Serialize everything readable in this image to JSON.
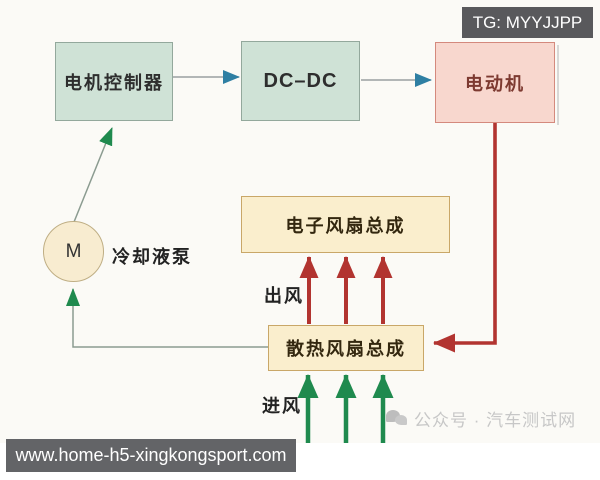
{
  "overlays": {
    "tg_badge": "TG: MYYJJPP",
    "url_badge": "www.home-h5-xingkongsport.com",
    "watermark_text": "公众号 · 汽车测试网"
  },
  "diagram": {
    "boxes": {
      "motor_controller": {
        "label": "电机控制器"
      },
      "dc_dc": {
        "label": "DC–DC"
      },
      "motor": {
        "label": "电动机"
      },
      "electronic_fan_assembly": {
        "label": "电子风扇总成"
      },
      "radiator_fan_assembly": {
        "label": "散热风扇总成"
      }
    },
    "pump": {
      "symbol": "M",
      "label": "冷却液泵"
    },
    "airflow": {
      "air_out": "出风",
      "air_in": "进风"
    },
    "edges": [
      {
        "from": "motor_controller",
        "to": "dc_dc",
        "style": "gray-line-teal-arrow"
      },
      {
        "from": "dc_dc",
        "to": "motor",
        "style": "gray-line-teal-arrow"
      },
      {
        "from": "pump",
        "to": "motor_controller",
        "style": "gray-line-green-arrow"
      },
      {
        "from": "motor",
        "to": "radiator_fan_assembly",
        "style": "red-arrow"
      },
      {
        "from": "radiator_fan_assembly",
        "to": "electronic_fan_assembly",
        "style": "red-arrows-x3",
        "label": "出风"
      },
      {
        "from": "outside-air",
        "to": "radiator_fan_assembly",
        "style": "green-arrows-x3",
        "label": "进风"
      },
      {
        "from": "radiator_fan_assembly",
        "to": "pump",
        "style": "gray-line-green-arrow"
      }
    ],
    "colors": {
      "background": "#fbfaf6",
      "green_box_fill": "#cfe2d6",
      "pink_box_fill": "#f8d7ce",
      "cream_box_fill": "#faeecd",
      "cream_border": "#c9a768",
      "pink_border": "#d4897d",
      "green_arrow": "#1f8a4e",
      "red_arrow": "#b23430",
      "teal_arrowhead": "#2e7fa3",
      "gray_line": "#9aa0a0",
      "badge_bg": "#59595c"
    }
  }
}
